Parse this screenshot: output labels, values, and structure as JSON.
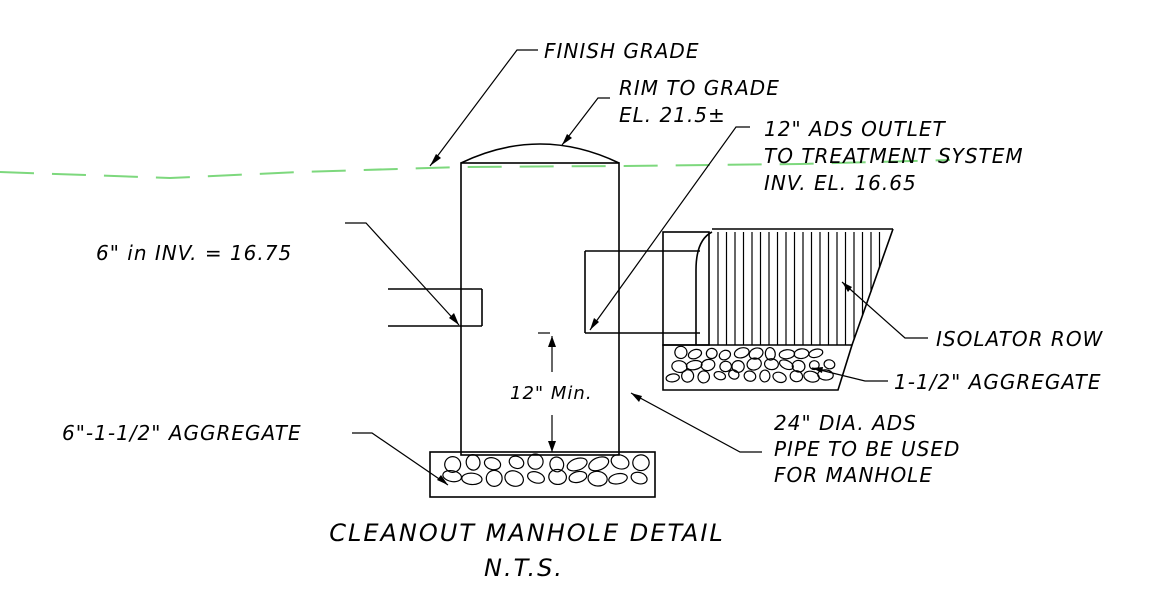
{
  "labels": {
    "finish_grade": "FINISH GRADE",
    "rim_line1": "RIM TO GRADE",
    "rim_line2": "EL. 21.5±",
    "outlet_line1": "12\" ADS OUTLET",
    "outlet_line2": "TO TREATMENT SYSTEM",
    "outlet_line3": "INV. EL. 16.65",
    "inlet": "6\" in INV. = 16.75",
    "isolator_row": "ISOLATOR ROW",
    "aggregate_right": "1-1/2\" AGGREGATE",
    "min_dimension": "12\" Min.",
    "aggregate_left": "6\"-1-1/2\" AGGREGATE",
    "pipe_line1": "24\" DIA. ADS",
    "pipe_line2": "PIPE TO BE USED",
    "pipe_line3": "FOR MANHOLE"
  },
  "title": {
    "main": "CLEANOUT MANHOLE DETAIL",
    "scale": "N.T.S."
  },
  "colors": {
    "line": "#000000",
    "finish_grade": "#7dd87d",
    "background": "#ffffff"
  }
}
